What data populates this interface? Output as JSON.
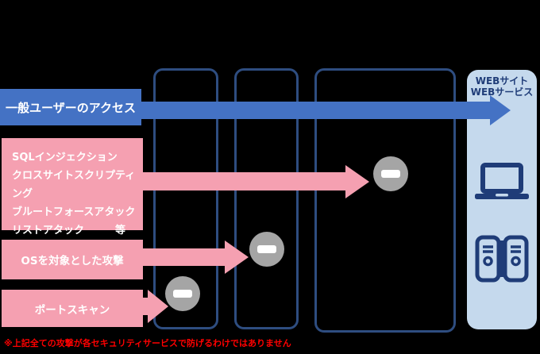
{
  "colors": {
    "background": "#000000",
    "flow_blue": "#4472c4",
    "attack_pink": "#f5a0b1",
    "column_border_navy": "#2e4d80",
    "destination_panel_bg": "#c5d9ed",
    "destination_navy": "#1f3c78",
    "block_gray": "#a5a5a5",
    "note_red": "#ff0000",
    "label_text": "#ffffff"
  },
  "access_flow": {
    "label": "一般ユーザーのアクセス"
  },
  "attacks": [
    {
      "lines": [
        "SQLインジェクション",
        "クロスサイトスクリプティング",
        "ブルートフォースアタック",
        "リストアタック　　　等"
      ]
    },
    {
      "label": "OSを対象とした攻撃"
    },
    {
      "label": "ポートスキャン"
    }
  ],
  "security_columns": {
    "count": 3
  },
  "blocked_markers": {
    "count": 3,
    "symbol": "minus"
  },
  "destination": {
    "line1": "WEBサイト",
    "line2": "WEBサービス",
    "icons": [
      "laptop-icon",
      "server-icon"
    ]
  },
  "note": "※上記全ての攻撃が各セキュリティサービスで防げるわけではありません"
}
